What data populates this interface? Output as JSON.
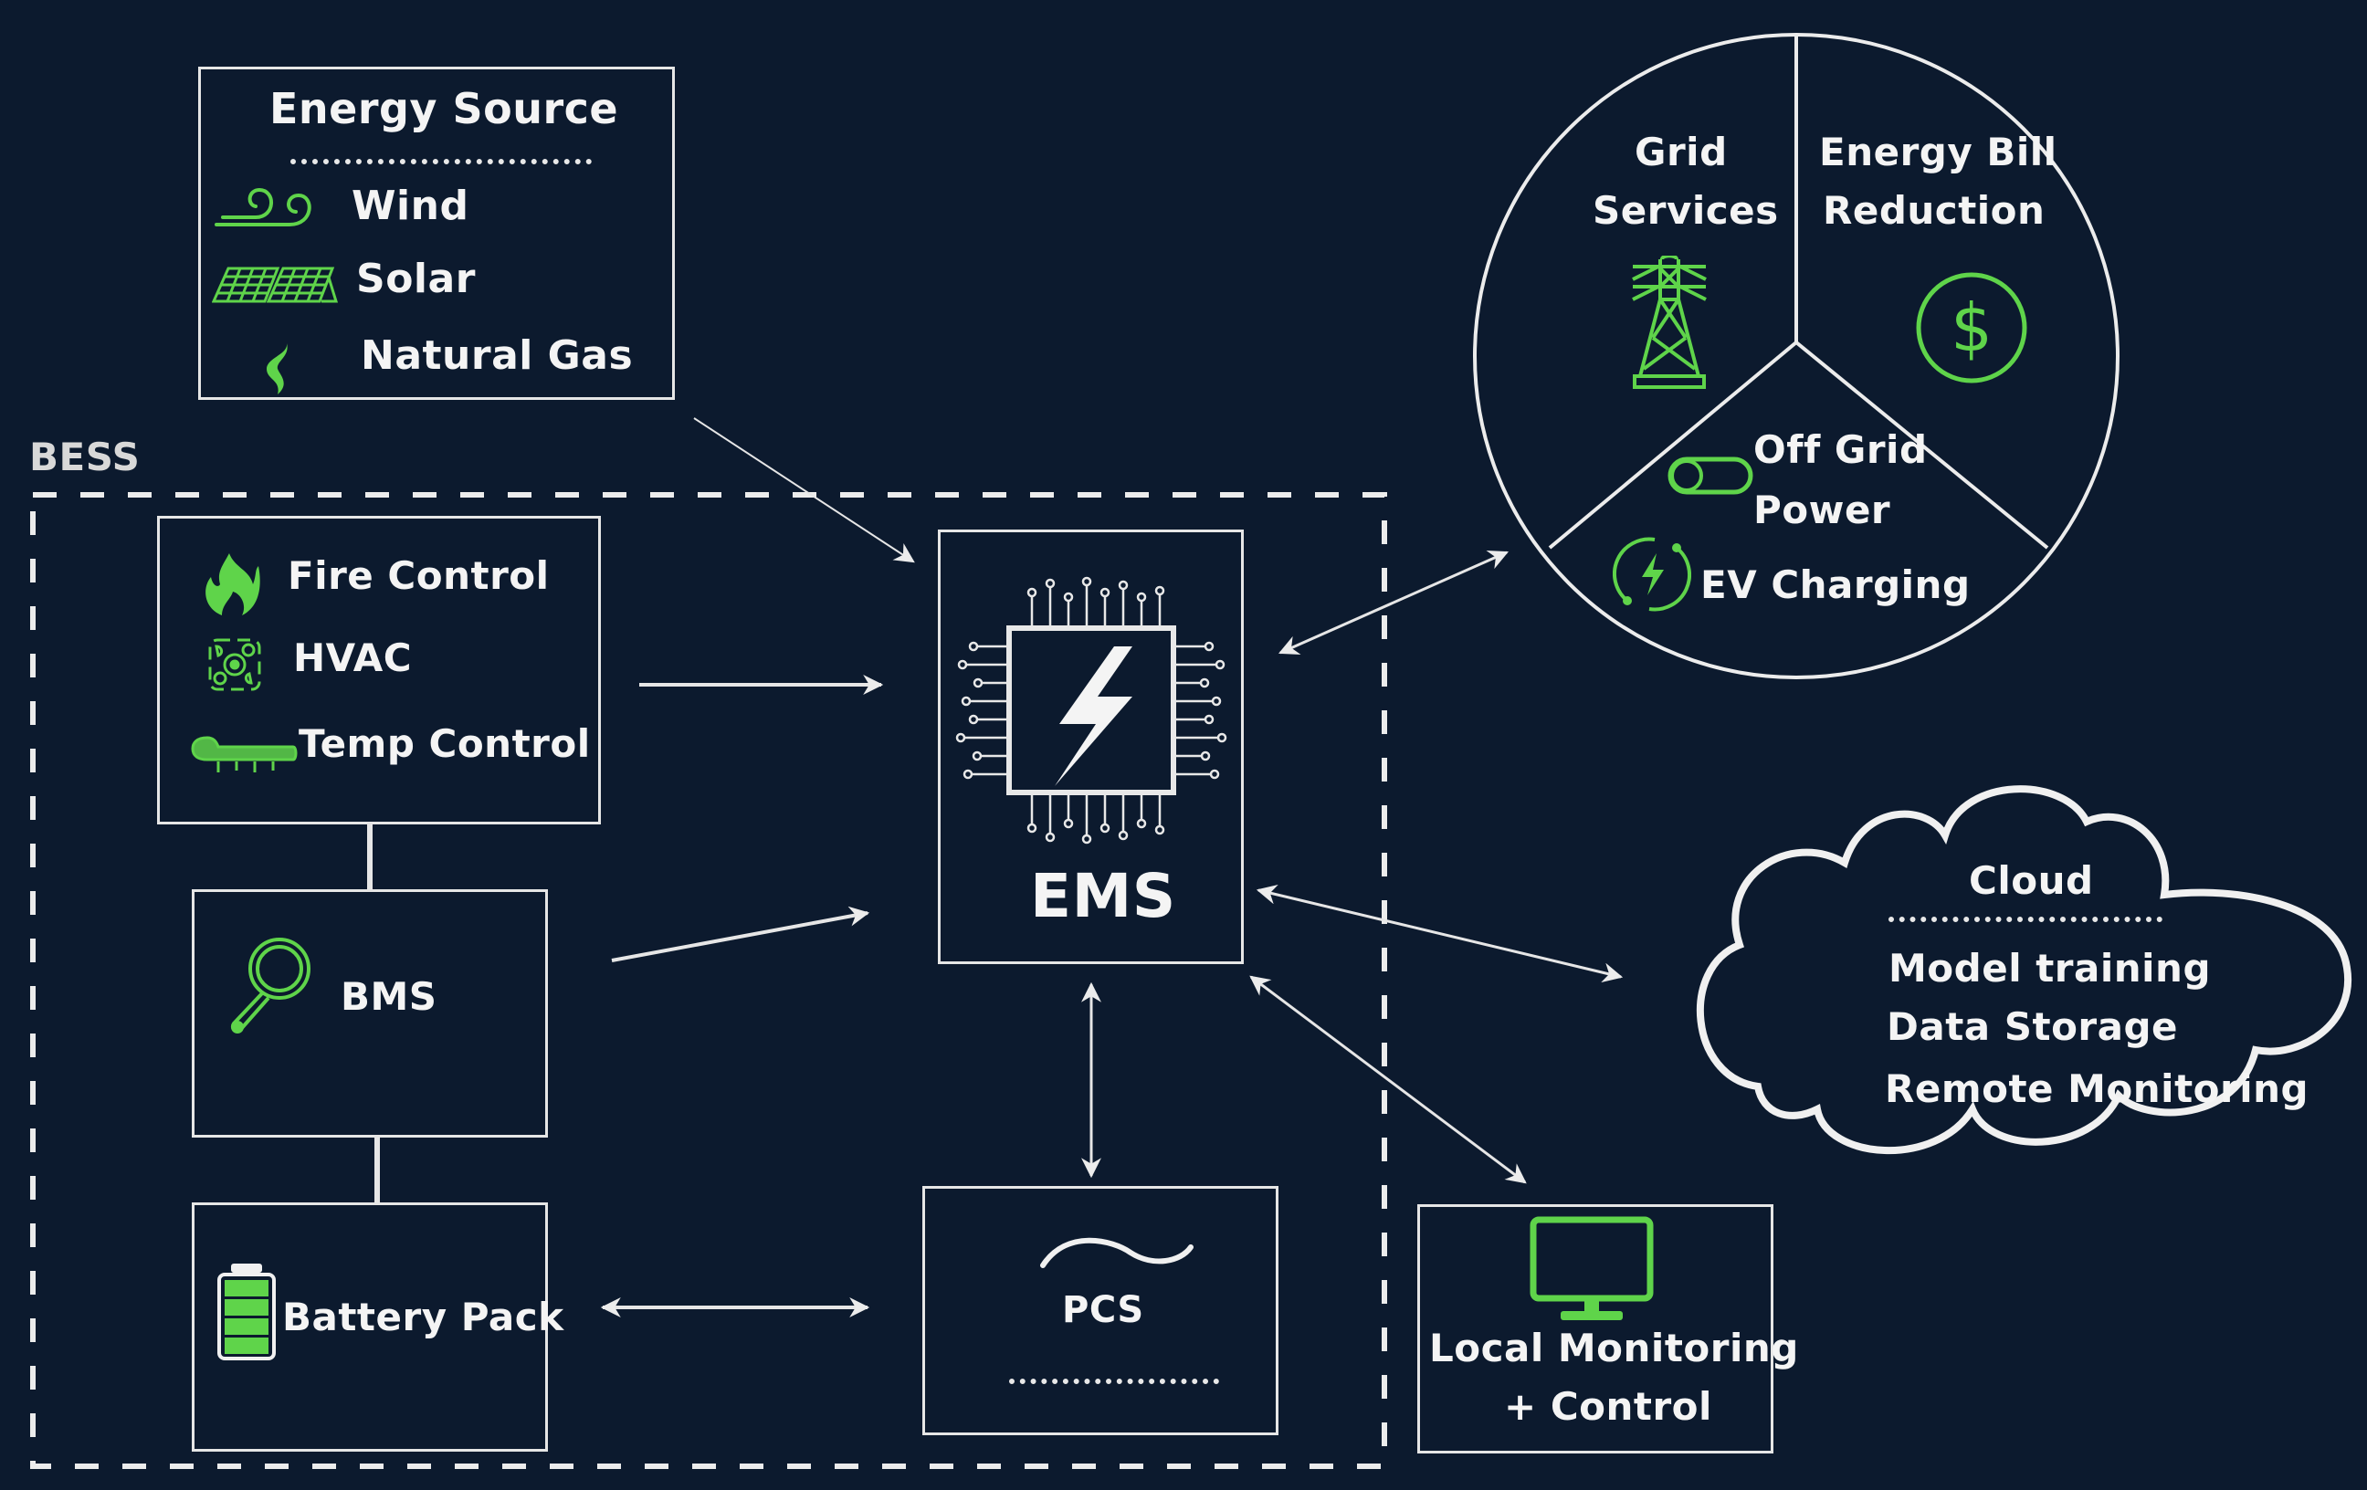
{
  "energy_source": {
    "title": "Energy Source",
    "items": [
      {
        "label": "Wind",
        "icon": "wind-icon"
      },
      {
        "label": "Solar",
        "icon": "solar-panel-icon"
      },
      {
        "label": "Natural Gas",
        "icon": "gas-flame-icon"
      }
    ]
  },
  "bess": {
    "label": "BESS",
    "safety": {
      "items": [
        {
          "label": "Fire Control",
          "icon": "fire-icon"
        },
        {
          "label": "HVAC",
          "icon": "hvac-icon"
        },
        {
          "label": "Temp Control",
          "icon": "thermometer-icon"
        }
      ]
    },
    "bms": {
      "label": "BMS",
      "icon": "magnifier-icon"
    },
    "battery": {
      "label": "Battery Pack",
      "icon": "battery-icon"
    },
    "ems": {
      "label": "EMS",
      "icon": "chip-lightning-icon"
    },
    "pcs": {
      "label": "PCS",
      "icon": "ac-wave-icon"
    }
  },
  "applications": {
    "segments": [
      {
        "label_line1": "Grid",
        "label_line2": "Services",
        "icon": "transmission-tower-icon"
      },
      {
        "label_line1": "Energy Bill",
        "label_line2": "Reduction",
        "icon": "dollar-coin-icon"
      },
      {
        "label_line1": "Off Grid",
        "label_line2": "Power",
        "icon": "toggle-switch-icon"
      }
    ],
    "extra": {
      "label": "EV Charging",
      "icon": "ev-charging-icon"
    }
  },
  "cloud": {
    "title": "Cloud",
    "items": [
      "Model training",
      "Data Storage",
      "Remote Monitoring"
    ]
  },
  "local": {
    "line1": "Local Monitoring",
    "line2": "+ Control",
    "icon": "monitor-icon"
  },
  "colors": {
    "background": "#0c1a2e",
    "accent_green": "#5fd44a",
    "line_white": "#e6e6e6"
  }
}
